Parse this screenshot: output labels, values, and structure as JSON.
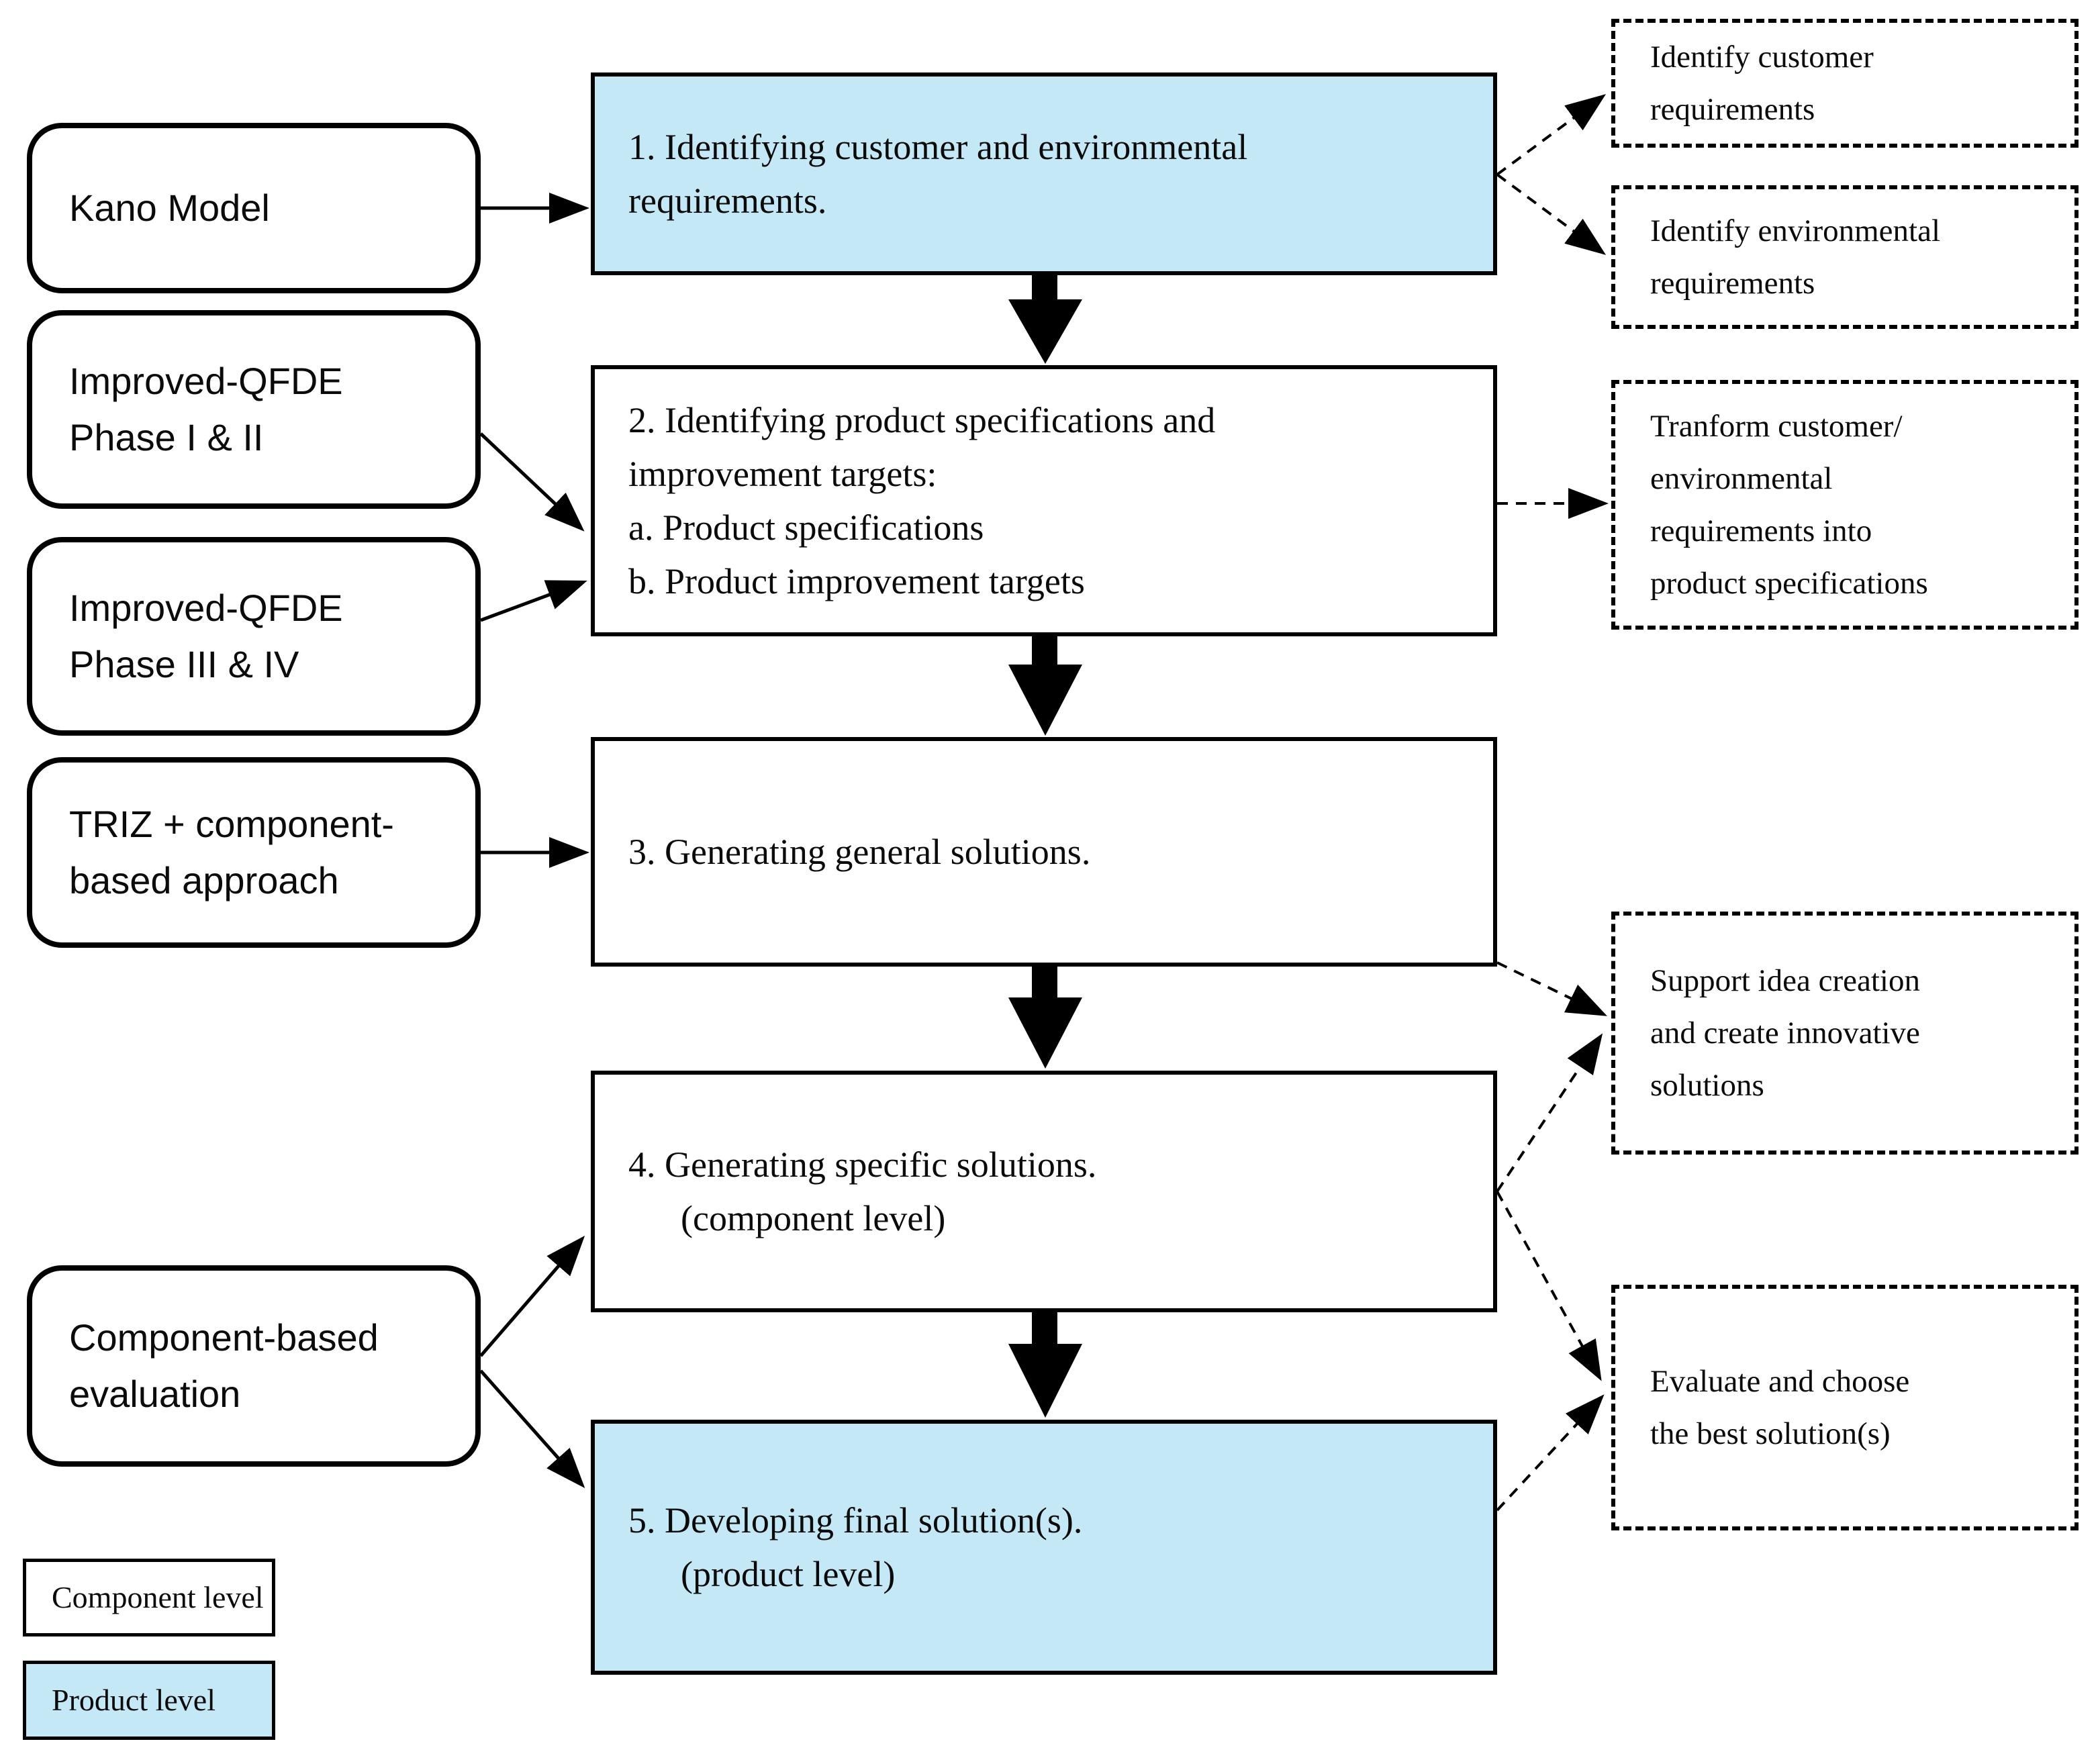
{
  "palette": {
    "highlight_fill": "#c5e8f7",
    "box_fill": "#ffffff",
    "border_color": "#000000",
    "text_color": "#0b0b0b"
  },
  "left_column": {
    "kano": {
      "lines": [
        "Kano Model"
      ]
    },
    "qfde_phase_1_2": {
      "lines": [
        "Improved-QFDE",
        "Phase I & II"
      ]
    },
    "qfde_phase_3_4": {
      "lines": [
        "Improved-QFDE",
        "Phase III & IV"
      ]
    },
    "triz": {
      "lines": [
        "TRIZ + component-",
        "based approach"
      ]
    },
    "component_eval": {
      "lines": [
        "Component-based",
        "evaluation"
      ]
    }
  },
  "steps": {
    "s1": {
      "level": "product",
      "lines": [
        "1. Identifying customer and environmental",
        "requirements."
      ]
    },
    "s2": {
      "level": "component",
      "lines": [
        "2. Identifying product specifications and",
        "improvement targets:",
        "a. Product specifications",
        "b. Product improvement targets"
      ]
    },
    "s3": {
      "level": "component",
      "lines": [
        "3. Generating general solutions."
      ]
    },
    "s4": {
      "level": "component",
      "lines": [
        "4. Generating specific solutions.",
        "(component level)"
      ]
    },
    "s5": {
      "level": "product",
      "lines": [
        "5. Developing final solution(s).",
        "(product level)"
      ]
    }
  },
  "side_notes": {
    "customer_req": {
      "lines": [
        "Identify customer",
        "requirements"
      ]
    },
    "environmental_req": {
      "lines": [
        "Identify environmental",
        "requirements"
      ]
    },
    "transform_req": {
      "lines": [
        "Tranform customer/",
        "environmental",
        "requirements into",
        "product specifications"
      ]
    },
    "support_ideas": {
      "lines": [
        "Support idea creation",
        "and create innovative",
        "solutions"
      ]
    },
    "evaluate": {
      "lines": [
        "Evaluate and choose",
        "the best solution(s)"
      ]
    }
  },
  "legend": {
    "component": {
      "label": "Component level"
    },
    "product": {
      "label": "Product level"
    }
  }
}
